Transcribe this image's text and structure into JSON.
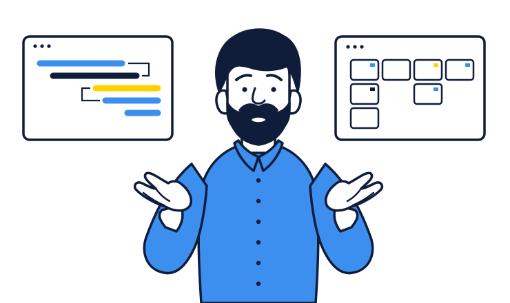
{
  "colors": {
    "ink": "#0f1d3a",
    "blue": "#3d8fef",
    "yellow": "#fdd203",
    "white": "#ffffff"
  },
  "left_window": {
    "icon": "gantt-chart-window-icon",
    "bars": [
      "blue",
      "navy",
      "yellow",
      "blue",
      "blue"
    ]
  },
  "right_window": {
    "icon": "kanban-board-window-icon",
    "cards": [
      {
        "col": 1,
        "row": 1,
        "tag": "blue"
      },
      {
        "col": 2,
        "row": 1,
        "tag": "none"
      },
      {
        "col": 3,
        "row": 1,
        "tag": "yellow"
      },
      {
        "col": 4,
        "row": 1,
        "tag": "blue"
      },
      {
        "col": 1,
        "row": 2,
        "tag": "navy"
      },
      {
        "col": 3,
        "row": 2,
        "tag": "blue"
      },
      {
        "col": 1,
        "row": 3,
        "tag": "none"
      }
    ]
  },
  "person": {
    "icon": "shrugging-confused-man-illustration"
  }
}
